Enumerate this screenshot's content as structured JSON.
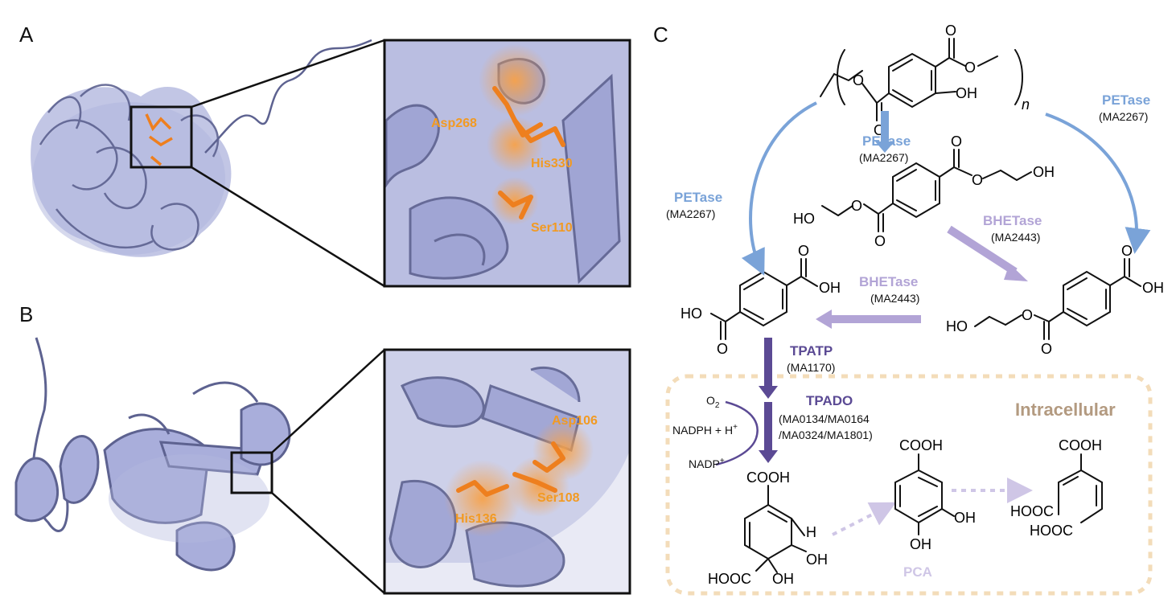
{
  "colors": {
    "petase": "#7aa3d8",
    "bhetase": "#b2a4d6",
    "tpatp": "#5b4a94",
    "protein": "#a9aedb",
    "protein_dark": "#5d6290",
    "residue": "#ee7f1e",
    "residue_label": "#f29a22",
    "intracellular_border": "#f3dcb9",
    "intracellular_label": "#b39a80",
    "faded": "#cfc6e6"
  },
  "panels": {
    "a": "A",
    "b": "B",
    "c": "C"
  },
  "panel_a_residues": {
    "r1": "Asp268",
    "r2": "His330",
    "r3": "Ser110"
  },
  "panel_b_residues": {
    "r1": "Asp106",
    "r2": "Ser108",
    "r3": "His136"
  },
  "pathway": {
    "petase_top": {
      "name": "PETase",
      "id": "(MA2267)"
    },
    "petase_left": {
      "name": "PETase",
      "id": "(MA2267)"
    },
    "petase_right": {
      "name": "PETase",
      "id": "(MA2267)"
    },
    "bhetase_diag": {
      "name": "BHETase",
      "id": "(MA2443)"
    },
    "bhetase_mid": {
      "name": "BHETase",
      "id": "(MA2443)"
    },
    "tpatp": {
      "name": "TPATP",
      "id": "(MA1170)"
    },
    "tpado": {
      "name": "TPADO",
      "id_line1": "(MA0134/MA0164",
      "id_line2": "/MA0324/MA1801)"
    },
    "intracellular": "Intracellular",
    "cofactors": {
      "o2": "O",
      "o2_sub": "2",
      "nadph": "NADPH + H",
      "nadph_sup": "+",
      "nadp": "NADP",
      "nadp_sup": "+"
    },
    "pca": "PCA",
    "atoms": {
      "O": "O",
      "OH": "OH",
      "HO": "HO",
      "H": "H",
      "COOH": "COOH",
      "HOOC": "HOOC",
      "n": "n"
    }
  }
}
